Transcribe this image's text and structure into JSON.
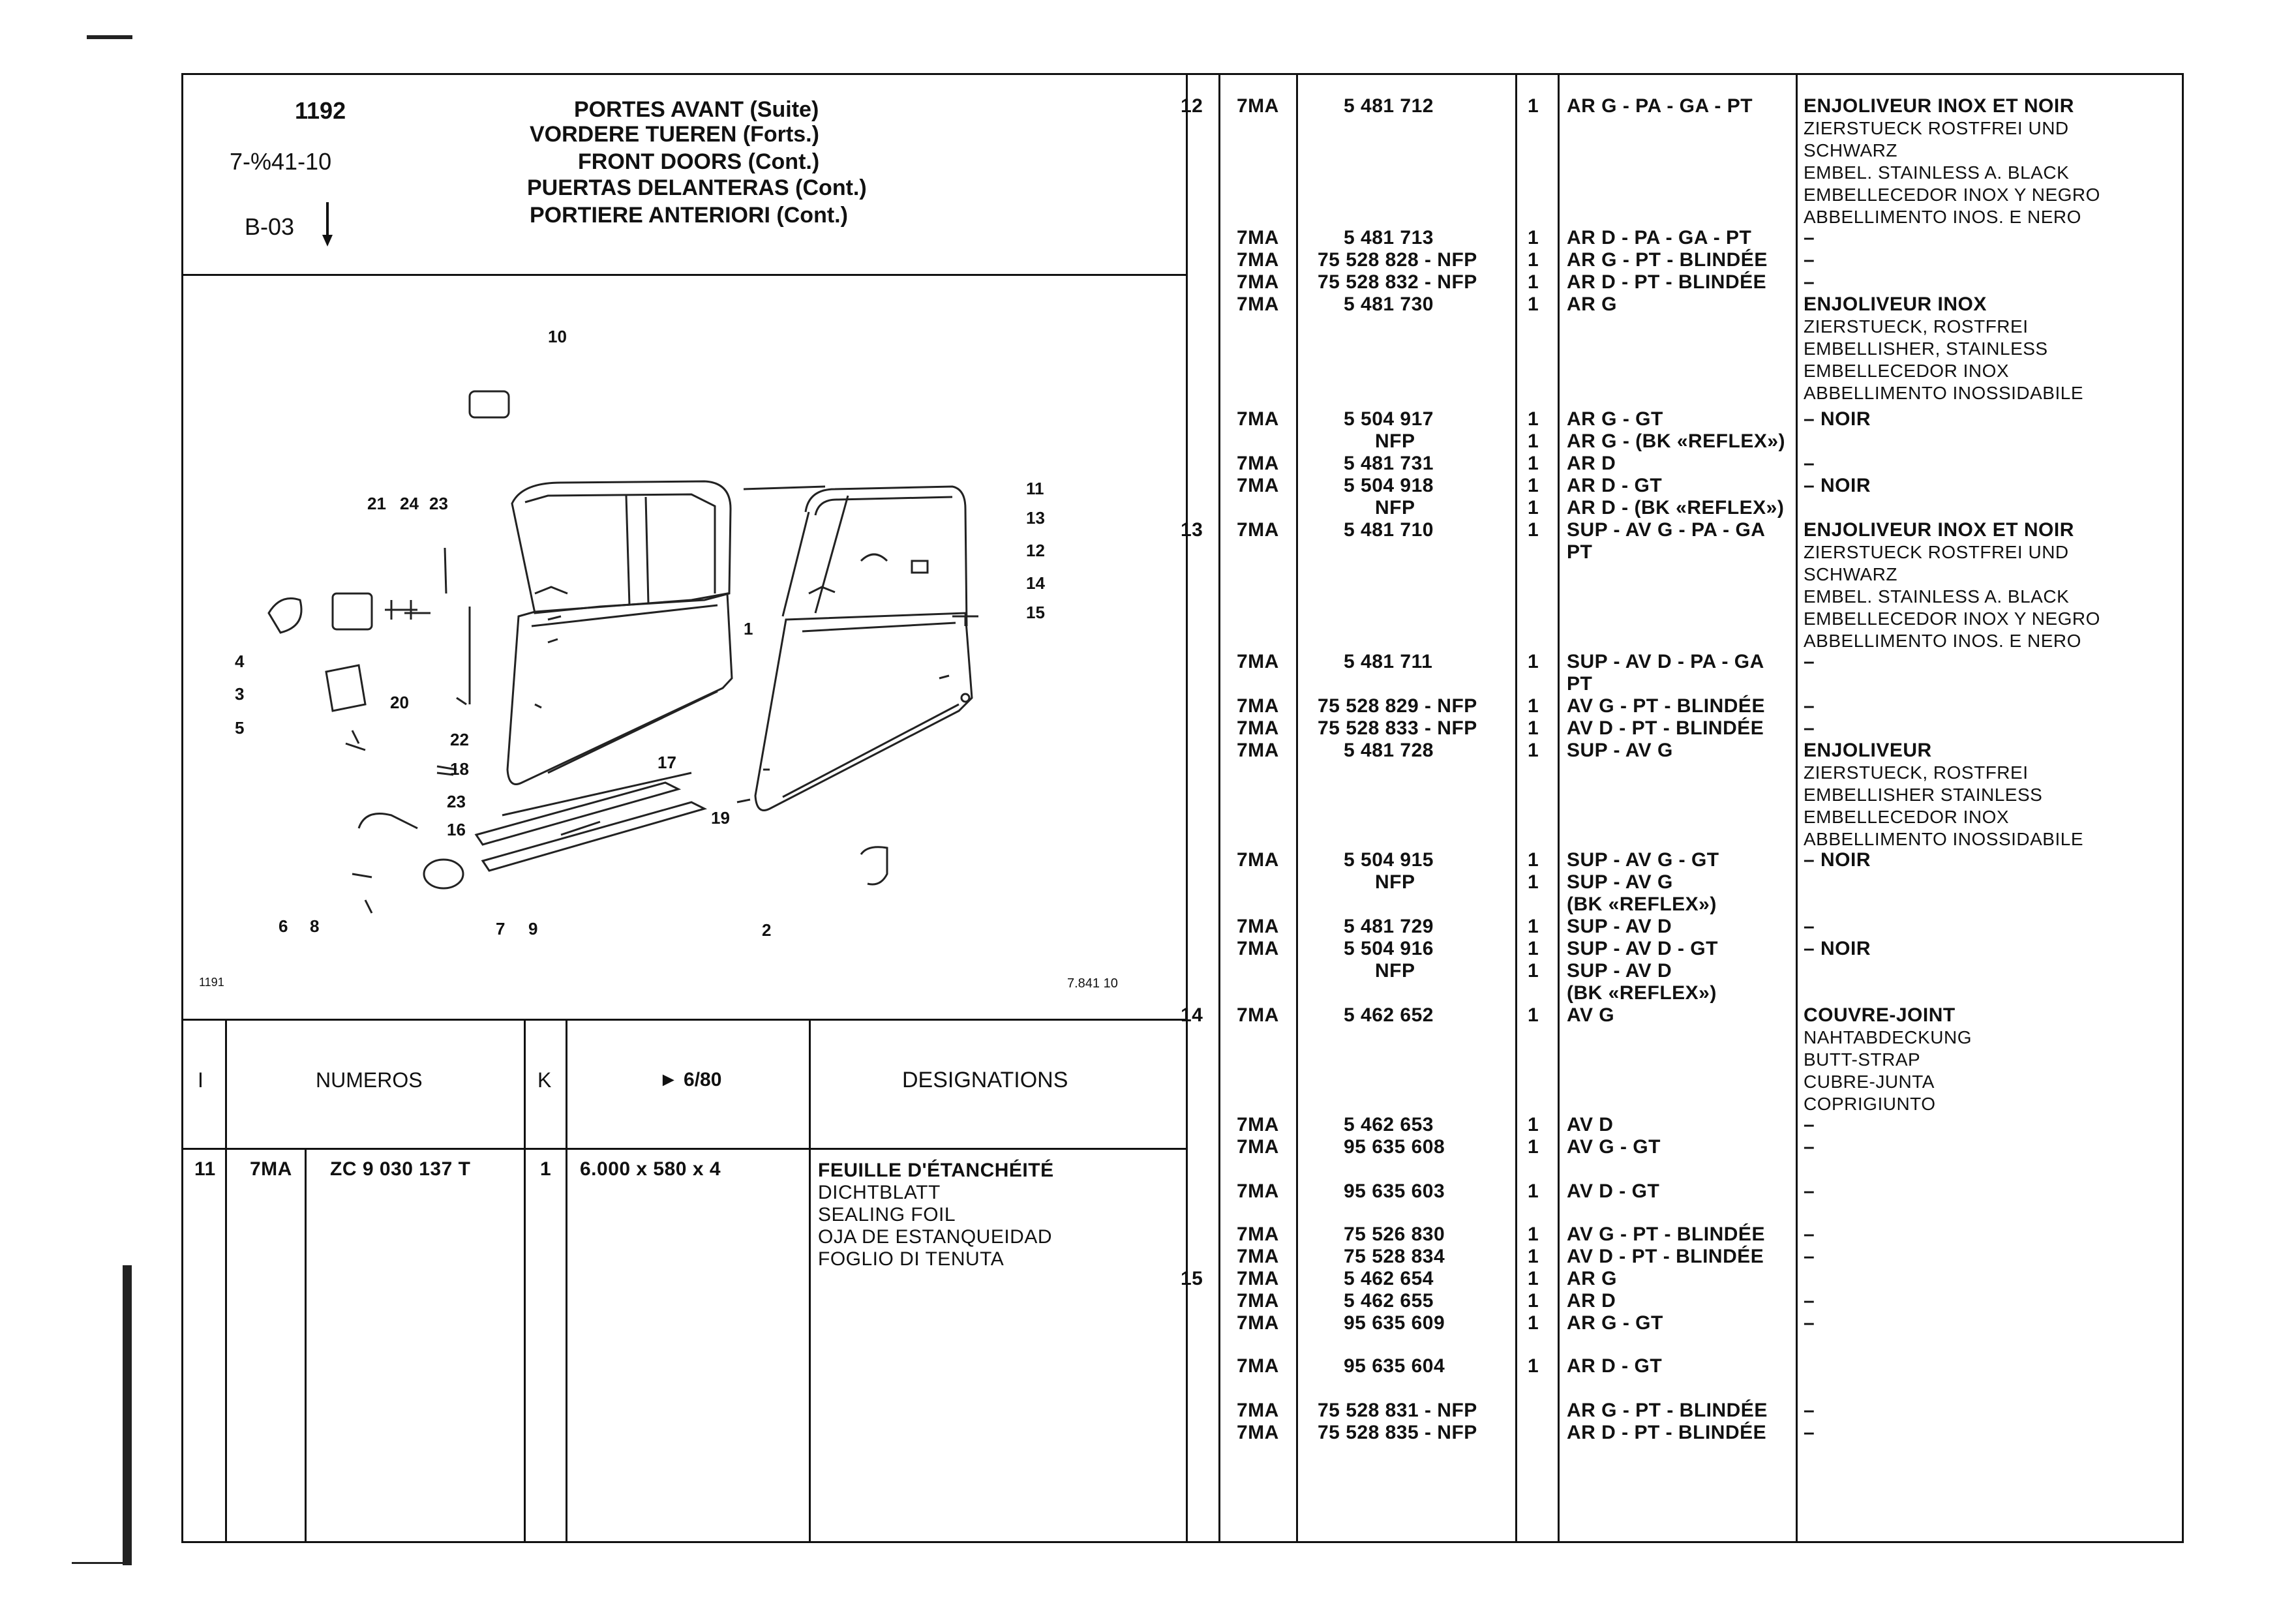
{
  "header": {
    "page_number": "1192",
    "code_top": "7-%41-10",
    "code_bottom": "B-03",
    "titles": [
      "PORTES AVANT (Suite)",
      "VORDERE TUEREN (Forts.)",
      "FRONT DOORS (Cont.)",
      "PUERTAS DELANTERAS (Cont.)",
      "PORTIERE ANTERIORI (Cont.)"
    ]
  },
  "diagram": {
    "callouts": [
      "10",
      "21",
      "24",
      "23",
      "11",
      "13",
      "12",
      "14",
      "15",
      "4",
      "3",
      "5",
      "20",
      "22",
      "18",
      "17",
      "1",
      "23",
      "16",
      "19",
      "6",
      "8",
      "7",
      "9",
      "2"
    ],
    "footer_left": "1191",
    "footer_right": "7.841 10"
  },
  "table_header": {
    "col_i": "I",
    "col_numeros": "NUMEROS",
    "col_k": "K",
    "col_date": "► 6/80",
    "col_designations": "DESIGNATIONS"
  },
  "left_rows": [
    {
      "item": "11",
      "mod": "7MA",
      "ref": "ZC 9 030 137 T",
      "k": "1",
      "dim": "6.000 x 580 x 4",
      "designation": [
        "FEUILLE D'ÉTANCHÉITÉ",
        "DICHTBLATT",
        "SEALING FOIL",
        "OJA DE ESTANQUEIDAD",
        "FOGLIO DI TENUTA"
      ]
    }
  ],
  "right_rows": [
    {
      "item": "12",
      "mod": "7MA",
      "ref": "5 481 712",
      "k": "1",
      "appl": [
        "AR G - PA - GA - PT"
      ],
      "des": [
        "ENJOLIVEUR INOX ET NOIR",
        "ZIERSTUECK ROSTFREI UND",
        "    SCHWARZ",
        "EMBEL. STAINLESS A. BLACK",
        "EMBELLECEDOR INOX Y NEGRO",
        "ABBELLIMENTO INOS. E NERO"
      ]
    },
    {
      "item": "",
      "mod": "7MA",
      "ref": "5 481 713",
      "k": "1",
      "appl": [
        "AR D - PA - GA - PT"
      ],
      "des": [
        "–"
      ]
    },
    {
      "item": "",
      "mod": "7MA",
      "ref": "75 528 828 - NFP",
      "k": "1",
      "appl": [
        "AR G - PT - BLINDÉE"
      ],
      "des": [
        "–"
      ]
    },
    {
      "item": "",
      "mod": "7MA",
      "ref": "75 528 832 - NFP",
      "k": "1",
      "appl": [
        "AR D - PT - BLINDÉE"
      ],
      "des": [
        "–"
      ]
    },
    {
      "item": "",
      "mod": "7MA",
      "ref": "5 481 730",
      "k": "1",
      "appl": [
        "AR G"
      ],
      "des": [
        "ENJOLIVEUR INOX",
        "ZIERSTUECK, ROSTFREI",
        "EMBELLISHER, STAINLESS",
        "EMBELLECEDOR INOX",
        "ABBELLIMENTO INOSSIDABILE"
      ]
    },
    {
      "item": "",
      "mod": "7MA",
      "ref": "5 504 917",
      "k": "1",
      "appl": [
        "AR G - GT"
      ],
      "des": [
        "– NOIR"
      ]
    },
    {
      "item": "",
      "mod": "",
      "ref": "NFP",
      "k": "1",
      "appl": [
        "AR G - (BK «REFLEX»)"
      ],
      "des": []
    },
    {
      "item": "",
      "mod": "7MA",
      "ref": "5 481 731",
      "k": "1",
      "appl": [
        "AR D"
      ],
      "des": [
        "–"
      ]
    },
    {
      "item": "",
      "mod": "7MA",
      "ref": "5 504 918",
      "k": "1",
      "appl": [
        "AR D - GT"
      ],
      "des": [
        "– NOIR"
      ]
    },
    {
      "item": "",
      "mod": "",
      "ref": "NFP",
      "k": "1",
      "appl": [
        "AR D - (BK «REFLEX»)"
      ],
      "des": []
    },
    {
      "item": "13",
      "mod": "7MA",
      "ref": "5 481 710",
      "k": "1",
      "appl": [
        "SUP - AV G - PA - GA",
        "PT"
      ],
      "des": [
        "ENJOLIVEUR INOX ET NOIR",
        "ZIERSTUECK ROSTFREI UND",
        "    SCHWARZ",
        "EMBEL. STAINLESS A. BLACK",
        "EMBELLECEDOR INOX Y NEGRO",
        "ABBELLIMENTO INOS. E NERO"
      ]
    },
    {
      "item": "",
      "mod": "7MA",
      "ref": "5 481 711",
      "k": "1",
      "appl": [
        "SUP - AV D - PA - GA",
        "PT"
      ],
      "des": [
        "–"
      ]
    },
    {
      "item": "",
      "mod": "7MA",
      "ref": "75 528 829 - NFP",
      "k": "1",
      "appl": [
        "AV G - PT - BLINDÉE"
      ],
      "des": [
        "–"
      ]
    },
    {
      "item": "",
      "mod": "7MA",
      "ref": "75 528 833 - NFP",
      "k": "1",
      "appl": [
        "AV D - PT - BLINDÉE"
      ],
      "des": [
        "–"
      ]
    },
    {
      "item": "",
      "mod": "7MA",
      "ref": "5 481 728",
      "k": "1",
      "appl": [
        "SUP - AV G"
      ],
      "des": [
        "ENJOLIVEUR",
        "ZIERSTUECK, ROSTFREI",
        "EMBELLISHER STAINLESS",
        "EMBELLECEDOR INOX",
        "ABBELLIMENTO INOSSIDABILE"
      ]
    },
    {
      "item": "",
      "mod": "7MA",
      "ref": "5 504 915",
      "k": "1",
      "appl": [
        "SUP - AV G - GT"
      ],
      "des": [
        "– NOIR"
      ]
    },
    {
      "item": "",
      "mod": "",
      "ref": "NFP",
      "k": "1",
      "appl": [
        "SUP - AV G",
        "(BK «REFLEX»)"
      ],
      "des": []
    },
    {
      "item": "",
      "mod": "7MA",
      "ref": "5 481 729",
      "k": "1",
      "appl": [
        "SUP - AV D"
      ],
      "des": [
        "–"
      ]
    },
    {
      "item": "",
      "mod": "7MA",
      "ref": "5 504 916",
      "k": "1",
      "appl": [
        "SUP - AV D - GT"
      ],
      "des": [
        "– NOIR"
      ]
    },
    {
      "item": "",
      "mod": "",
      "ref": "NFP",
      "k": "1",
      "appl": [
        "SUP - AV D",
        "(BK «REFLEX»)"
      ],
      "des": []
    },
    {
      "item": "14",
      "mod": "7MA",
      "ref": "5 462 652",
      "k": "1",
      "appl": [
        "AV G"
      ],
      "des": [
        "COUVRE-JOINT",
        "NAHTABDECKUNG",
        "BUTT-STRAP",
        "CUBRE-JUNTA",
        "COPRIGIUNTO"
      ]
    },
    {
      "item": "",
      "mod": "7MA",
      "ref": "5 462 653",
      "k": "1",
      "appl": [
        "AV D"
      ],
      "des": [
        "–"
      ]
    },
    {
      "item": "",
      "mod": "7MA",
      "ref": "95 635 608",
      "k": "1",
      "appl": [
        "AV G - GT"
      ],
      "des": [
        "–"
      ]
    },
    {
      "item": "",
      "mod": "7MA",
      "ref": "95 635 603",
      "k": "1",
      "appl": [
        "AV D - GT"
      ],
      "des": [
        "–"
      ]
    },
    {
      "item": "",
      "mod": "7MA",
      "ref": "75 526 830",
      "k": "1",
      "appl": [
        "AV G - PT - BLINDÉE"
      ],
      "des": [
        "–"
      ]
    },
    {
      "item": "",
      "mod": "7MA",
      "ref": "75 528 834",
      "k": "1",
      "appl": [
        "AV D - PT - BLINDÉE"
      ],
      "des": [
        "–"
      ]
    },
    {
      "item": "15",
      "mod": "7MA",
      "ref": "5 462 654",
      "k": "1",
      "appl": [
        "AR G"
      ],
      "des": []
    },
    {
      "item": "",
      "mod": "7MA",
      "ref": "5 462 655",
      "k": "1",
      "appl": [
        "AR D"
      ],
      "des": [
        "–"
      ]
    },
    {
      "item": "",
      "mod": "7MA",
      "ref": "95 635 609",
      "k": "1",
      "appl": [
        "AR G - GT"
      ],
      "des": [
        "–"
      ]
    },
    {
      "item": "",
      "mod": "7MA",
      "ref": "95 635 604",
      "k": "1",
      "appl": [
        "AR D - GT"
      ],
      "des": []
    },
    {
      "item": "",
      "mod": "7MA",
      "ref": "75 528 831 - NFP",
      "k": "",
      "appl": [
        "AR G - PT - BLINDÉE"
      ],
      "des": [
        "–"
      ]
    },
    {
      "item": "",
      "mod": "7MA",
      "ref": "75 528 835 - NFP",
      "k": "",
      "appl": [
        "AR D - PT - BLINDÉE"
      ],
      "des": [
        "–"
      ]
    }
  ]
}
